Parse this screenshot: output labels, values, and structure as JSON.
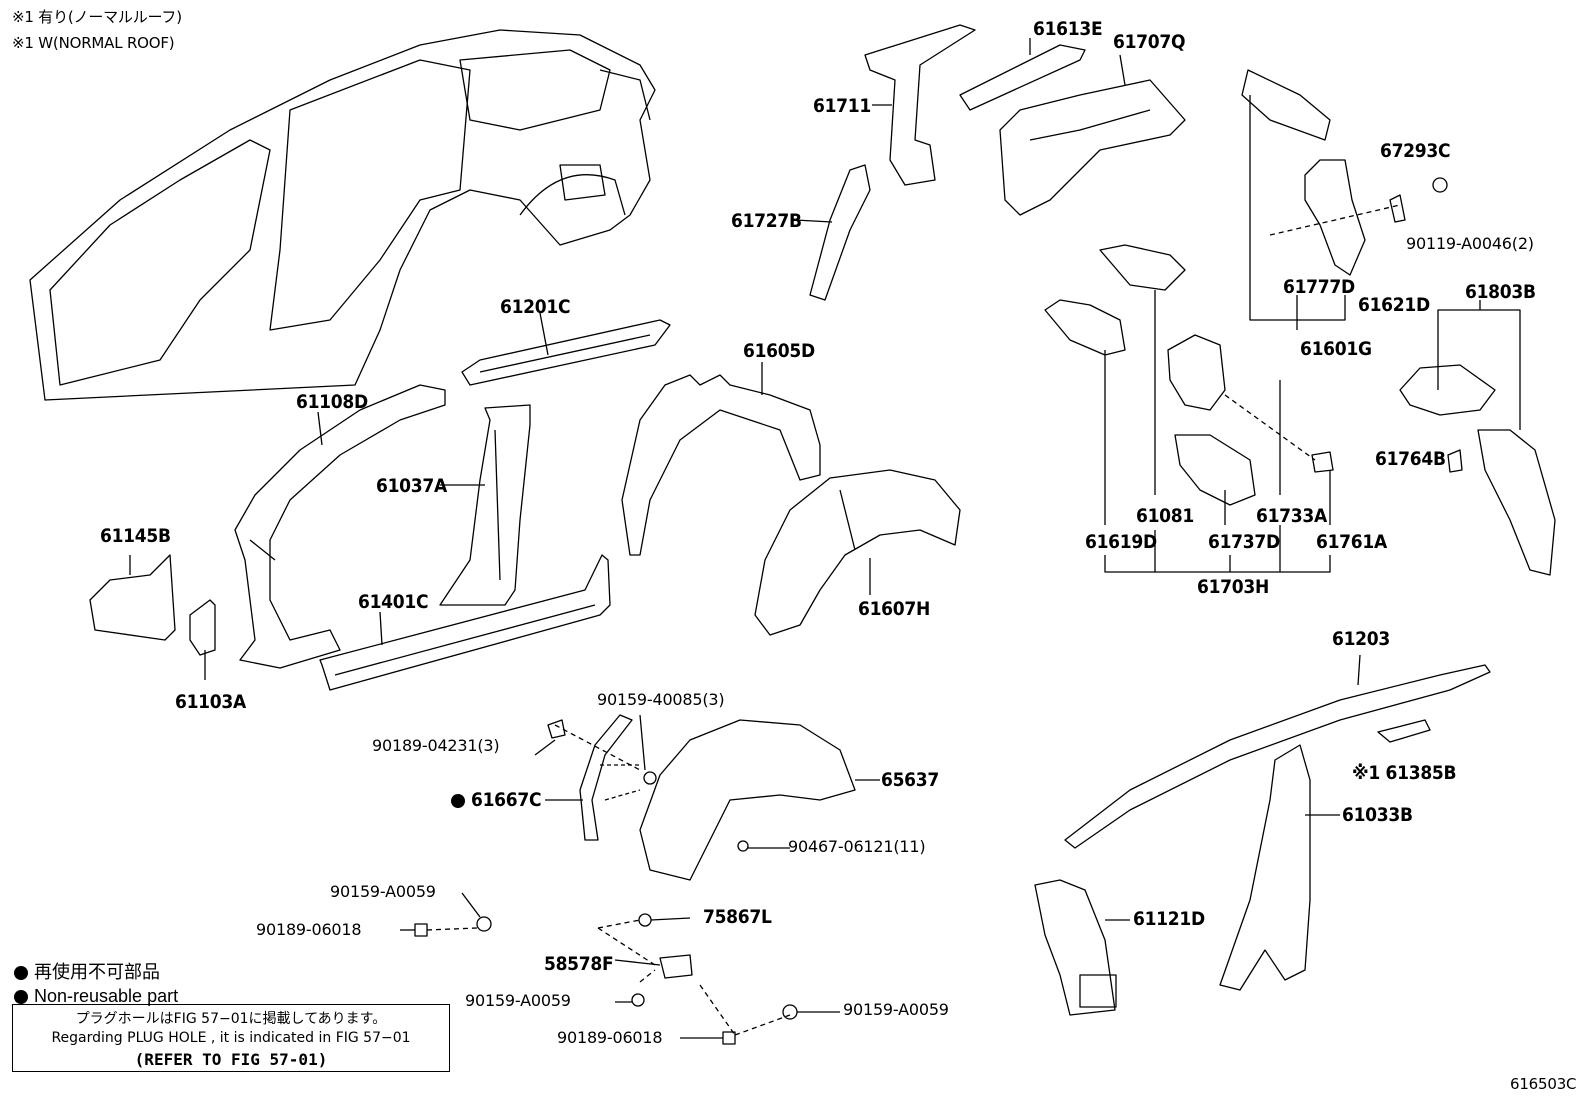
{
  "header_notes": [
    "※1 有り(ノーマルルーフ)",
    "※1 W(NORMAL ROOF)"
  ],
  "part_labels": {
    "p61613E": "61613E",
    "p61707Q": "61707Q",
    "p61711": "61711",
    "p61727B": "61727B",
    "p67293C": "67293C",
    "p90119": "90119-A0046(2)",
    "p61777D": "61777D",
    "p61621D": "61621D",
    "p61601G": "61601G",
    "p61803B": "61803B",
    "p61764B": "61764B",
    "p61201C": "61201C",
    "p61108D": "61108D",
    "p61605D": "61605D",
    "p61037A": "61037A",
    "p61145B": "61145B",
    "p61401C": "61401C",
    "p61103A": "61103A",
    "p61607H": "61607H",
    "p61081": "61081",
    "p61733A": "61733A",
    "p61619D": "61619D",
    "p61737D": "61737D",
    "p61761A": "61761A",
    "p61703H": "61703H",
    "p61203": "61203",
    "p61385B": "※1 61385B",
    "p61033B": "61033B",
    "p61121D": "61121D",
    "p65637": "65637",
    "p61667C": "61667C",
    "p75867L": "75867L",
    "p58578F": "58578F"
  },
  "fastener_labels": {
    "f9015940085": "90159-40085(3)",
    "f9018904231": "90189-04231(3)",
    "f9046706121": "90467-06121(11)",
    "f90159A0059a": "90159-A0059",
    "f9018906018a": "90189-06018",
    "f90159A0059b": "90159-A0059",
    "f90159A0059c": "90159-A0059",
    "f9018906018b": "90189-06018"
  },
  "legend": {
    "jp": "再使用不可部品",
    "en": "Non-reusable part"
  },
  "note": {
    "jp": "プラグホールはFIG 57−01に掲載してあります。",
    "en": "Regarding PLUG HOLE , it is indicated in FIG 57−01",
    "ref": "(REFER TO FIG 57-01)"
  },
  "figure_code": "616503C"
}
